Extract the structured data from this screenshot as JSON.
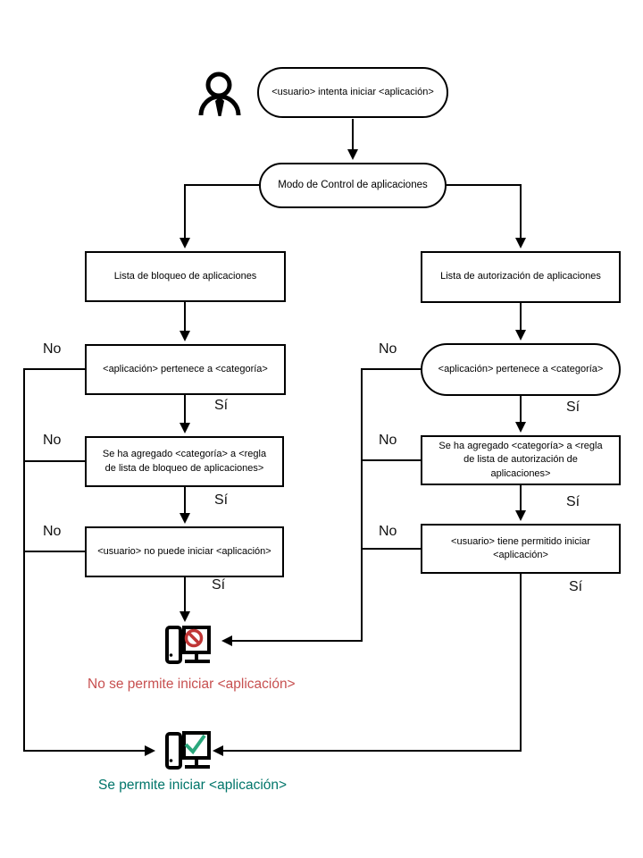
{
  "flow": {
    "start": "<usuario> intenta iniciar <aplicación>",
    "mode": "Modo de Control de aplicaciones",
    "left": {
      "list": "Lista de bloqueo de aplicaciones",
      "belongs": "<aplicación> pertenece a <categoría>",
      "added": "Se ha agregado <categoría> a <regla de lista de bloqueo de aplicaciones>",
      "verdict": "<usuario> no puede iniciar <aplicación>"
    },
    "right": {
      "list": "Lista de autorización de aplicaciones",
      "belongs": "<aplicación> pertenece a <categoría>",
      "added": "Se ha agregado <categoría> a <regla de lista de autorización de aplicaciones>",
      "verdict": "<usuario> tiene permitido iniciar <aplicación>"
    },
    "labels": {
      "yes": "Sí",
      "no": "No"
    },
    "results": {
      "blocked": "No se permite iniciar <aplicación>",
      "allowed": "Se permite iniciar <aplicación>"
    },
    "colors": {
      "blocked_text": "#C75050",
      "allowed_text": "#00756A",
      "prohibition_sign": "#C03636",
      "check_mark": "#2AA77C",
      "line": "#000000"
    },
    "icons": {
      "user": "user-icon",
      "blocked": "computer-blocked-icon",
      "allowed": "computer-allowed-icon"
    }
  }
}
